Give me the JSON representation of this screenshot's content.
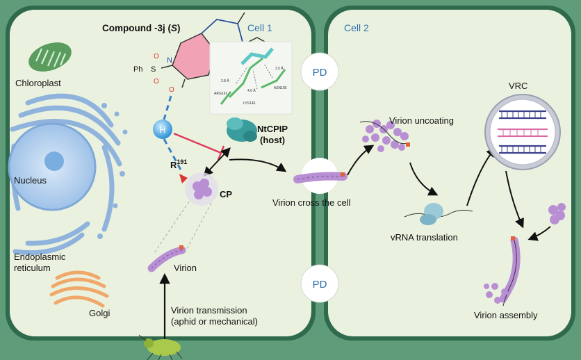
{
  "cells": {
    "cell1": "Cell 1",
    "cell2": "Cell 2",
    "pd_top": "PD",
    "pd_bottom": "PD"
  },
  "compound": {
    "title_main": "Compound -3j (",
    "title_s": "S",
    "title_close": ")",
    "phs": "Ph",
    "sub_s": "S",
    "sub_o": "O",
    "sub_n": "N",
    "sub_ph": "Ph",
    "sub_o2": "O"
  },
  "docking": {
    "d1": "2.8 Å",
    "d2": "4.0 Å",
    "d3": "3.5 Å",
    "res1": "ARG191",
    "res2": "LYS146",
    "res3": "ASN185"
  },
  "organelles": {
    "chloroplast": "Chloroplast",
    "nucleus": "Nucleus",
    "er_line1": "Endoplasmic",
    "er_line2": "reticulum",
    "golgi": "Golgi"
  },
  "labels": {
    "h": "H",
    "r": "R",
    "r_sup": "191",
    "cp": "CP",
    "ntcpip_line1": "NtCPIP",
    "ntcpip_line2": "(host)",
    "virion": "Virion",
    "transmission_line1": "Virion transmission",
    "transmission_line2": "(aphid or mechanical)",
    "cross": "Virion cross the cell",
    "uncoating": "Virion uncoating",
    "translation": "vRNA translation",
    "vrc": "VRC",
    "assembly": "Virion assembly"
  },
  "colors": {
    "cell_fill": "#eaf2df",
    "wall": "#3f7f5e",
    "wall_light": "#6aa583",
    "virion": "#b98fd4",
    "virion_dark": "#8b5fb0",
    "hydrogen": "#3aa6e8",
    "inhibit": "#e03a5a",
    "compound_ring": "#f2a2b5",
    "ntcpip": "#3a9c9c",
    "nucleus": "#a9c9ea",
    "er": "#8fb3dc",
    "golgi": "#f0a86a",
    "chloroplast": "#5a9c5e"
  }
}
